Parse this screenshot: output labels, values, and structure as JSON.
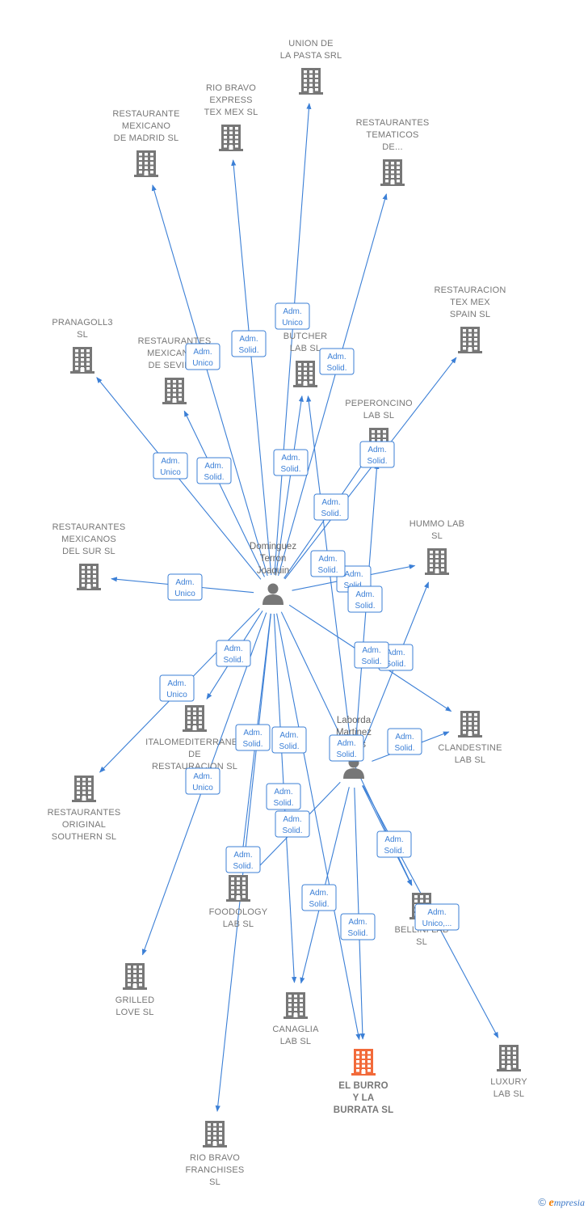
{
  "colors": {
    "edge": "#3b7fd6",
    "company": "#777777",
    "highlight": "#f26a3a",
    "person": "#777777"
  },
  "persons": [
    {
      "id": "p1",
      "label": [
        "Dominguez",
        "Terron",
        "Joaquin"
      ],
      "icon": "person-icon"
    },
    {
      "id": "p2",
      "label": [
        "Laborda",
        "Martinez",
        "Jesus"
      ],
      "icon": "person-icon"
    }
  ],
  "companies": [
    {
      "id": "c1",
      "label": [
        "UNION DE",
        "LA PASTA SRL"
      ]
    },
    {
      "id": "c2",
      "label": [
        "RIO BRAVO",
        "EXPRESS",
        "TEX MEX  SL"
      ]
    },
    {
      "id": "c3",
      "label": [
        "RESTAURANTE",
        "MEXICANO",
        "DE MADRID  SL"
      ]
    },
    {
      "id": "c4",
      "label": [
        "RESTAURANTES",
        "TEMATICOS",
        "DE..."
      ]
    },
    {
      "id": "c5",
      "label": [
        "RESTAURACION",
        "TEX MEX",
        "SPAIN  SL"
      ]
    },
    {
      "id": "c6",
      "label": [
        "PRANAGOLL3",
        "SL"
      ]
    },
    {
      "id": "c7",
      "label": [
        "RESTAURANTES",
        "MEXICANOS",
        "DE SEVILLA"
      ]
    },
    {
      "id": "c8",
      "label": [
        "BUTCHER",
        "LAB  SL"
      ]
    },
    {
      "id": "c9",
      "label": [
        "PEPERONCINO",
        "LAB  SL"
      ]
    },
    {
      "id": "c10",
      "label": [
        "RESTAURANTES",
        "MEXICANOS",
        "DEL SUR SL"
      ]
    },
    {
      "id": "c11",
      "label": [
        "HUMMO LAB",
        "SL"
      ]
    },
    {
      "id": "c12",
      "label": [
        "ITALOMEDITERRANEA",
        "DE",
        "RESTAURACION SL"
      ]
    },
    {
      "id": "c13",
      "label": [
        "CLANDESTINE",
        "LAB  SL"
      ]
    },
    {
      "id": "c14",
      "label": [
        "RESTAURANTES",
        "ORIGINAL",
        "SOUTHERN SL"
      ]
    },
    {
      "id": "c15",
      "label": [
        "FOODOLOGY",
        "LAB  SL"
      ]
    },
    {
      "id": "c16",
      "label": [
        "BELLINI LAB",
        "SL"
      ]
    },
    {
      "id": "c17",
      "label": [
        "GRILLED",
        "LOVE  SL"
      ]
    },
    {
      "id": "c18",
      "label": [
        "CANAGLIA",
        "LAB  SL"
      ]
    },
    {
      "id": "c19",
      "label": [
        "EL BURRO",
        "Y LA",
        "BURRATA  SL"
      ],
      "highlight": true
    },
    {
      "id": "c20",
      "label": [
        "LUXURY",
        "LAB  SL"
      ]
    },
    {
      "id": "c21",
      "label": [
        "RIO BRAVO",
        "FRANCHISES",
        "SL"
      ]
    }
  ],
  "edges": [
    {
      "from": "p1",
      "to": "c1",
      "label": [
        "Adm.",
        "Unico"
      ]
    },
    {
      "from": "p1",
      "to": "c2",
      "label": [
        "Adm.",
        "Solid."
      ]
    },
    {
      "from": "p1",
      "to": "c3",
      "label": [
        "Adm.",
        "Unico"
      ]
    },
    {
      "from": "p1",
      "to": "c4",
      "label": [
        "Adm.",
        "Solid."
      ]
    },
    {
      "from": "p1",
      "to": "c5",
      "label": [
        "Adm.",
        "Solid."
      ]
    },
    {
      "from": "p1",
      "to": "c6",
      "label": [
        "Adm.",
        "Unico"
      ]
    },
    {
      "from": "p1",
      "to": "c7",
      "label": [
        "Adm.",
        "Solid."
      ]
    },
    {
      "from": "p1",
      "to": "c8",
      "label": [
        "Adm.",
        "Solid."
      ]
    },
    {
      "from": "p1",
      "to": "c9",
      "label": [
        "Adm.",
        "Solid."
      ]
    },
    {
      "from": "p1",
      "to": "c10",
      "label": [
        "Adm.",
        "Unico"
      ]
    },
    {
      "from": "p1",
      "to": "c11",
      "label": [
        "Adm.",
        "Solid."
      ]
    },
    {
      "from": "p1",
      "to": "c12",
      "label": [
        "Adm.",
        "Solid."
      ]
    },
    {
      "from": "p1",
      "to": "c13",
      "label": [
        "Adm.",
        "Solid."
      ]
    },
    {
      "from": "p1",
      "to": "c14",
      "label": [
        "Adm.",
        "Unico"
      ]
    },
    {
      "from": "p1",
      "to": "c15",
      "label": [
        "Adm.",
        "Solid."
      ]
    },
    {
      "from": "p1",
      "to": "c17",
      "label": [
        "Adm.",
        "Unico"
      ]
    },
    {
      "from": "p1",
      "to": "c18",
      "label": [
        "Adm.",
        "Solid."
      ]
    },
    {
      "from": "p1",
      "to": "c19",
      "label": [
        "Adm.",
        "Solid."
      ]
    },
    {
      "from": "p1",
      "to": "c16",
      "label": [
        "Adm.",
        "Solid."
      ]
    },
    {
      "from": "p1",
      "to": "c21",
      "label": [
        "Adm.",
        "Solid."
      ]
    },
    {
      "from": "p2",
      "to": "c8",
      "label": [
        "Adm.",
        "Solid."
      ]
    },
    {
      "from": "p2",
      "to": "c9",
      "label": [
        "Adm.",
        "Solid."
      ]
    },
    {
      "from": "p2",
      "to": "c11",
      "label": [
        "Adm.",
        "Solid."
      ]
    },
    {
      "from": "p2",
      "to": "c13",
      "label": [
        "Adm.",
        "Solid."
      ]
    },
    {
      "from": "p2",
      "to": "c15",
      "label": [
        "Adm.",
        "Solid."
      ]
    },
    {
      "from": "p2",
      "to": "c16",
      "label": [
        "Adm.",
        "Solid."
      ]
    },
    {
      "from": "p2",
      "to": "c18",
      "label": [
        "Adm.",
        "Solid."
      ]
    },
    {
      "from": "p2",
      "to": "c19",
      "label": [
        "Adm.",
        "Solid."
      ]
    },
    {
      "from": "p2",
      "to": "c20",
      "label": [
        "Adm.",
        "Unico,..."
      ]
    }
  ],
  "footer": {
    "copyright": "©",
    "brand_first": "e",
    "brand_rest": "mpresia"
  }
}
